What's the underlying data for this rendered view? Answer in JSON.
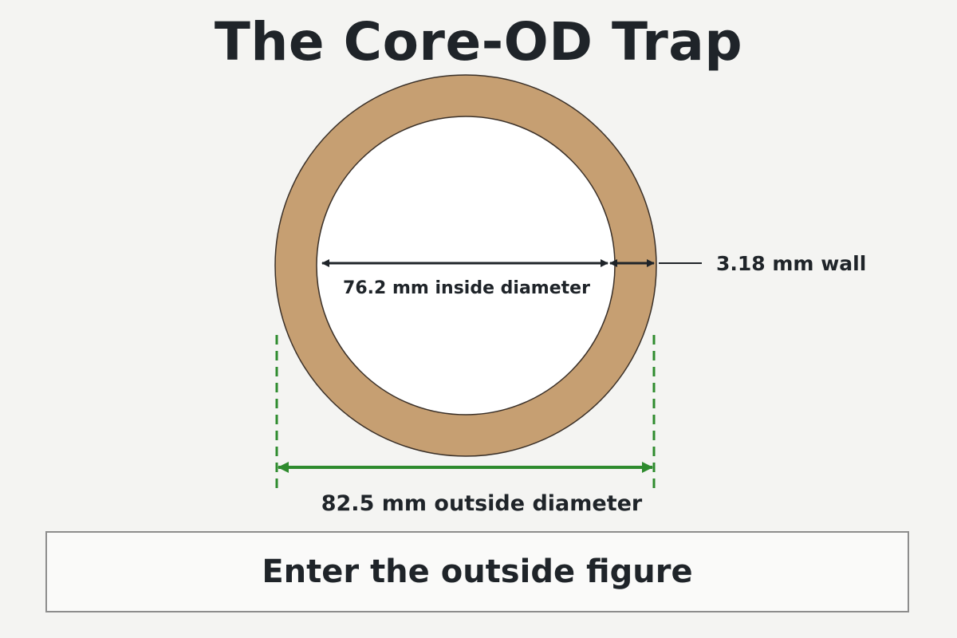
{
  "title": "The Core-OD Trap",
  "diagram": {
    "inside_label": "76.2 mm inside diameter",
    "wall_label": "3.18 mm wall",
    "outside_label": "82.5 mm outside diameter"
  },
  "answer_box": {
    "prompt": "Enter the outside figure"
  },
  "colors": {
    "cardboard": "#c69f72",
    "outside_dimension": "#2e8b2e",
    "text": "#1f2429"
  }
}
